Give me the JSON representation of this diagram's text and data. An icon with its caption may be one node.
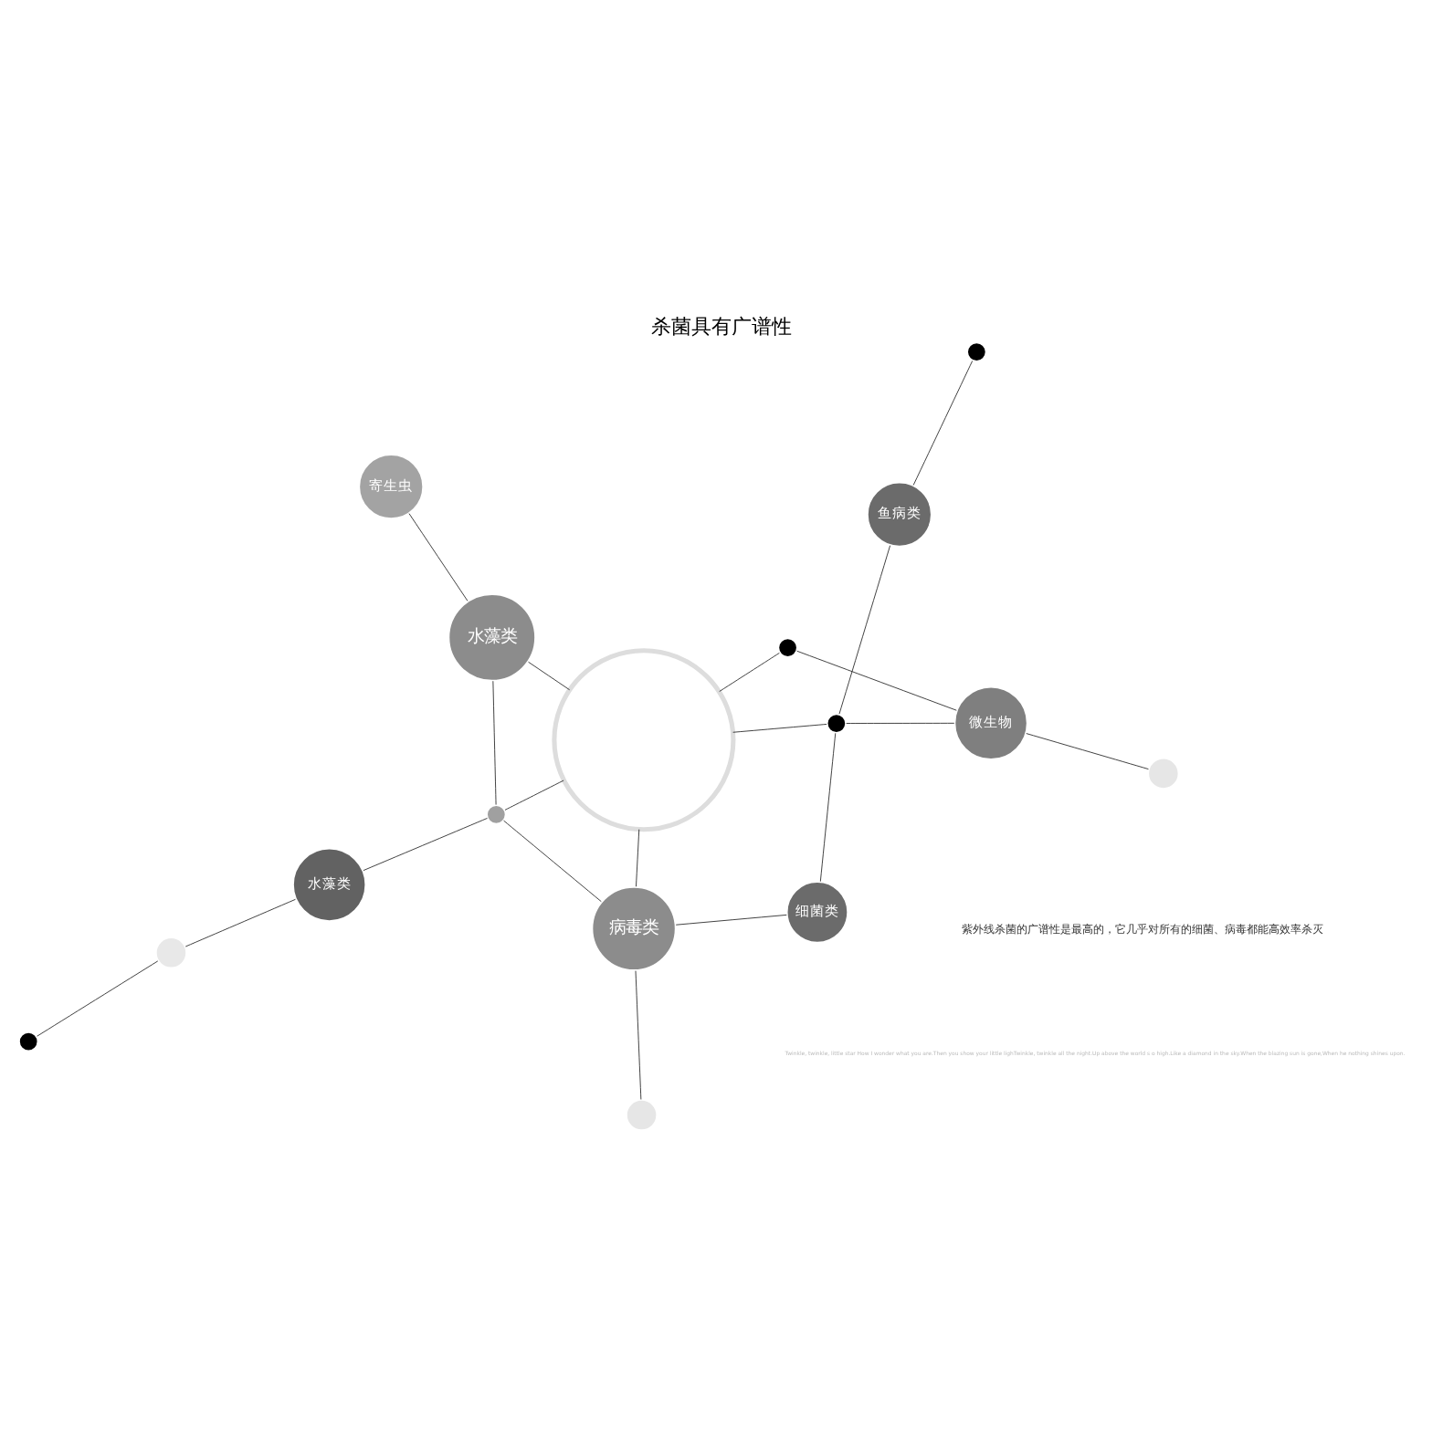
{
  "diagram": {
    "title": "杀菌具有广谱性",
    "nodes": [
      {
        "text": [
          "病毒类"
        ]
      },
      {
        "text": [],
        "shape": "circle"
      },
      {
        "text": [
          "细菌类"
        ]
      },
      {
        "text": [],
        "shape": "circle"
      },
      {
        "text": [
          "水藻类"
        ]
      },
      {
        "text": [],
        "shape": "circle"
      },
      {
        "text": [],
        "shape": "circle"
      },
      {
        "text": [
          "鱼病类"
        ]
      },
      {
        "text": [],
        "shape": "circle"
      },
      {
        "text": [
          "水藻类"
        ]
      },
      {
        "text": [],
        "shape": "circle"
      },
      {
        "text": [
          "微生物"
        ]
      },
      {
        "text": [],
        "shape": "circle"
      },
      {
        "text": [],
        "shape": "circle"
      },
      {
        "text": [
          "寄生虫"
        ]
      },
      {
        "text": [],
        "shape": "circle"
      }
    ],
    "edges": [
      {
        "from": 1,
        "to": 0,
        "arrow": "none"
      },
      {
        "from": 2,
        "to": 0,
        "arrow": "none"
      },
      {
        "from": 0,
        "to": 5,
        "arrow": "none"
      },
      {
        "from": 0,
        "to": 12,
        "arrow": "none"
      },
      {
        "from": 5,
        "to": 4,
        "arrow": "none"
      },
      {
        "from": 5,
        "to": 12,
        "arrow": "none"
      },
      {
        "from": 5,
        "to": 9,
        "arrow": "none"
      },
      {
        "from": 4,
        "to": 6,
        "arrow": "none"
      },
      {
        "from": 6,
        "to": 10,
        "arrow": "none"
      },
      {
        "from": 3,
        "to": 7,
        "arrow": "none"
      },
      {
        "from": 7,
        "to": 8,
        "arrow": "none"
      },
      {
        "from": 8,
        "to": 2,
        "arrow": "none"
      },
      {
        "from": 8,
        "to": 12,
        "arrow": "none"
      },
      {
        "from": 8,
        "to": 11,
        "arrow": "none"
      },
      {
        "from": 9,
        "to": 12,
        "arrow": "none"
      },
      {
        "from": 9,
        "to": 14,
        "arrow": "none"
      },
      {
        "from": 11,
        "to": 13,
        "arrow": "none"
      },
      {
        "from": 13,
        "to": 12,
        "arrow": "none"
      },
      {
        "from": 11,
        "to": 15,
        "arrow": "none"
      }
    ],
    "labels": [
      "紫外线杀菌的广谱性是最高的，它几乎对所有的细菌、病毒都能高效率杀灭",
      "Twinkle, twinkle, little star How I wonder what you are.Then you show your little lighTwinkle, twinkle all the night.Up above the world s o high.Like a diamond in the sky.When the blazing sun is gone,When he nothing shines upon."
    ]
  }
}
